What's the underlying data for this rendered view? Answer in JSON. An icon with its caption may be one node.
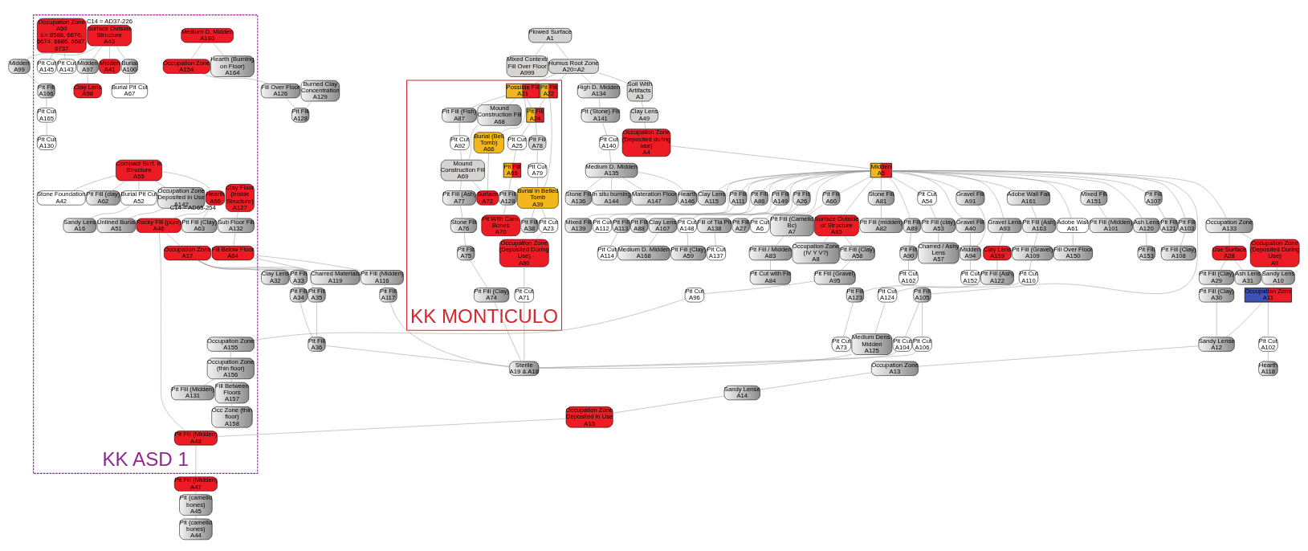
{
  "diagram": {
    "nodes": [
      {
        "text": [
          "KK ASD 1"
        ]
      },
      {
        "text": [
          "KK MONTICULO"
        ]
      },
      {
        "text": [
          "Plowed Surface",
          "A1"
        ]
      },
      {
        "text": [
          "Mixed Context/ Fill Over Floor",
          "A999"
        ]
      },
      {
        "text": [
          "Humus Root Zone",
          "A20=A2"
        ]
      },
      {
        "text": [
          "High D. Midden",
          "A134"
        ]
      },
      {
        "text": [
          "Pit (Stone) Fill",
          "A141"
        ]
      },
      {
        "text": [
          "Pit Cut",
          "A140"
        ]
      },
      {
        "text": [
          "Medium D. Midden",
          "A135"
        ]
      },
      {
        "text": [
          "Soil With Artifacts",
          "A3"
        ]
      },
      {
        "text": [
          "Clay Lens",
          "A49"
        ]
      },
      {
        "text": [
          "Occupation Zone (Deposited during use)",
          "A4"
        ]
      },
      {
        "text": [
          "Midden",
          "A5"
        ]
      },
      {
        "text": [
          "Possible Fill",
          "A21"
        ],
        "in": 1
      },
      {
        "text": [
          "Pit Fill",
          "A22"
        ],
        "in": 1
      },
      {
        "text": [
          "Burial (Bell Tomb)",
          "A66"
        ],
        "in": 1
      },
      {
        "text": [
          "Pit Fill (Fish)",
          "A87"
        ],
        "in": 1
      },
      {
        "text": [
          "Mound Construction Fill",
          "A68"
        ],
        "in": 1
      },
      {
        "text": [
          "Pit Fill",
          "A24"
        ],
        "in": 1
      },
      {
        "text": [
          "Pit Cut",
          "A92"
        ],
        "in": 1
      },
      {
        "text": [
          "Pit Cut",
          "A25"
        ],
        "in": 1
      },
      {
        "text": [
          "Pit Fill",
          "A78"
        ],
        "in": 1
      },
      {
        "text": [
          "Mound Construction Fill",
          "A69"
        ],
        "in": 1
      },
      {
        "text": [
          "Pit Fill",
          "A65"
        ],
        "in": 1
      },
      {
        "text": [
          "Pit Cut",
          "A79"
        ],
        "in": 1
      },
      {
        "text": [
          "Stone Fill",
          "A136"
        ]
      },
      {
        "text": [
          "In situ burning",
          "A144"
        ]
      },
      {
        "text": [
          "Materation Floor",
          "A147"
        ]
      },
      {
        "text": [
          "Hearth",
          "A146"
        ]
      },
      {
        "text": [
          "Clay Lens",
          "A115"
        ]
      },
      {
        "text": [
          "Mixed Fill",
          "A139"
        ]
      },
      {
        "text": [
          "Pit Fill",
          "A111"
        ]
      },
      {
        "text": [
          "Pit Fill",
          "A113"
        ]
      },
      {
        "text": [
          "Pit Fill",
          "A86"
        ]
      },
      {
        "text": [
          "Clay Lens",
          "A167"
        ]
      },
      {
        "text": [
          "Pit Fill",
          "A149"
        ]
      },
      {
        "text": [
          "Fill of Tia Pit",
          "A138"
        ]
      },
      {
        "text": [
          "Pit Fill",
          "A26"
        ]
      },
      {
        "text": [
          "Pit Cut",
          "A6"
        ]
      },
      {
        "text": [
          "Pit Fill",
          "A60"
        ]
      },
      {
        "text": [
          "Surface Outside of Structure",
          "A85"
        ]
      },
      {
        "text": [
          "Stone Fill",
          "A81"
        ]
      },
      {
        "text": [
          "Pit Fill",
          "A89"
        ]
      },
      {
        "text": [
          "Pit Cut",
          "A54"
        ]
      },
      {
        "text": [
          "Gravel Fill",
          "A40"
        ]
      },
      {
        "text": [
          "Gravel Fill",
          "A91"
        ]
      },
      {
        "text": [
          "Gravel Lens",
          "A93"
        ]
      },
      {
        "text": [
          "Adobe Wall Fall",
          "A161"
        ]
      },
      {
        "text": [
          "Adobe Wall",
          "A61"
        ]
      },
      {
        "text": [
          "Mixed Fill",
          "A151"
        ]
      },
      {
        "text": [
          "Ash Lens",
          "A120"
        ]
      },
      {
        "text": [
          "Pit Fill",
          "A107"
        ]
      },
      {
        "text": [
          "Pit Fill",
          "A103"
        ]
      },
      {
        "text": [
          "Pit Fill",
          "A105"
        ]
      },
      {
        "text": [
          "Surface",
          "A72"
        ],
        "in": 1
      },
      {
        "text": [
          "Pit Fill (Ash)",
          "A77"
        ],
        "in": 1
      },
      {
        "text": [
          "Pit Fill",
          "A128"
        ],
        "in": 1
      },
      {
        "text": [
          "Burial in Belled Tomb",
          "A39"
        ],
        "in": 1
      },
      {
        "text": [
          "Occupation Zone",
          "A133"
        ]
      },
      {
        "text": [
          "Pit Cut",
          "A112"
        ]
      },
      {
        "text": [
          "Pit Cut",
          "A114"
        ]
      },
      {
        "text": [
          "Pit Fill",
          "A88"
        ]
      },
      {
        "text": [
          "Medium D. Midden",
          "A168"
        ]
      },
      {
        "text": [
          "Pit Cut",
          "A148"
        ]
      },
      {
        "text": [
          "Pit Cut",
          "A137"
        ]
      },
      {
        "text": [
          "Pit Fill",
          "A27"
        ]
      },
      {
        "text": [
          "Pit Fill (Camelid Bc)",
          "A7"
        ]
      },
      {
        "text": [
          "Occupation Zone (IV Y V?)",
          "A8"
        ]
      },
      {
        "text": [
          "Pit Fill (Clay)",
          "A58"
        ]
      },
      {
        "text": [
          "Pit Fill (midden)",
          "A82"
        ]
      },
      {
        "text": [
          "Pit Fill",
          "A90"
        ]
      },
      {
        "text": [
          "Pit Fill (clay)",
          "A53"
        ]
      },
      {
        "text": [
          "Midden",
          "A94"
        ]
      },
      {
        "text": [
          "Clay Lens",
          "A159"
        ]
      },
      {
        "text": [
          "Pit Fill (Ash)",
          "A163"
        ]
      },
      {
        "text": [
          "Fill Over Floor",
          "A150"
        ]
      },
      {
        "text": [
          "Pit Fill (Midden)",
          "A101"
        ]
      },
      {
        "text": [
          "Pit Fill",
          "A153"
        ]
      },
      {
        "text": [
          "Pit Fill",
          "A121"
        ]
      },
      {
        "text": [
          "Pit Fill (Clay)",
          "A108"
        ]
      },
      {
        "text": [
          "Pit Cut",
          "A104"
        ]
      },
      {
        "text": [
          "Pit Cut",
          "A106"
        ]
      },
      {
        "text": [
          "Stone Fill",
          "A76"
        ],
        "in": 1
      },
      {
        "text": [
          "Pit With Cam. Bones",
          "A70"
        ],
        "in": 1
      },
      {
        "text": [
          "Pit Cut",
          "A23"
        ],
        "in": 1
      },
      {
        "text": [
          "Pit Fill",
          "A38"
        ],
        "in": 1
      },
      {
        "text": [
          "Use Surface",
          "A28"
        ]
      },
      {
        "text": [
          "Occupation Zone (Deposited During Use)",
          "A9"
        ]
      },
      {
        "text": [
          "Pit Fill (Clay)",
          "A59"
        ]
      },
      {
        "text": [
          "Pit Fill / Midden",
          "A83"
        ]
      },
      {
        "text": [
          "Pit Fill (Gravel)",
          "A95"
        ]
      },
      {
        "text": [
          "Medium D. Midden",
          "A160"
        ],
        "in": 0
      },
      {
        "text": [
          "Pit Cut",
          "A162"
        ]
      },
      {
        "text": [
          "Charred / Ashy Lens",
          "A57"
        ]
      },
      {
        "text": [
          "Pit Cut",
          "A152"
        ]
      },
      {
        "text": [
          "Pit Fill (Ash)",
          "A122"
        ]
      },
      {
        "text": [
          "Pit Fill (Gravel)",
          "A109"
        ]
      },
      {
        "text": [
          "Pit Fill",
          "A75"
        ],
        "in": 1
      },
      {
        "text": [
          "Occupation Zone (Deposited During Use)",
          "A80"
        ],
        "in": 1
      },
      {
        "text": [
          "Ash Lens",
          "A31"
        ]
      },
      {
        "text": [
          "Pit Fill (Clay)",
          "A29"
        ]
      },
      {
        "text": [
          "Sandy Lens",
          "A10"
        ]
      },
      {
        "text": [
          "Surface Outside Structure",
          "A43"
        ],
        "in": 0,
        "beside": [
          "C14 = AD37-226"
        ]
      },
      {
        "text": [
          "Pit Cut with Fill",
          "A84"
        ]
      },
      {
        "text": [
          "Pit Cut",
          "A96"
        ]
      },
      {
        "text": [
          "Hearth (Burning on Floor)",
          "A164"
        ],
        "in": 0
      },
      {
        "text": [
          "Occupation Zone",
          "A154"
        ],
        "in": 0
      },
      {
        "text": [
          "Pit Fill",
          "A123"
        ]
      },
      {
        "text": [
          "Pit Cut",
          "A110"
        ]
      },
      {
        "text": [
          "Pit Fill (Clay)",
          "A74"
        ],
        "in": 1
      },
      {
        "text": [
          "Pit Cut",
          "A71"
        ],
        "in": 1
      },
      {
        "text": [
          "Pit Fill (Clay)",
          "A30"
        ]
      },
      {
        "text": [
          "Occupation Zone",
          "A11"
        ]
      },
      {
        "text": [
          "Midden",
          "A99"
        ]
      },
      {
        "text": [
          "Midden",
          "A41"
        ],
        "in": 0
      },
      {
        "text": [
          "Burial",
          "A100"
        ],
        "in": 0
      },
      {
        "text": [
          "Midden",
          "A97"
        ],
        "in": 0
      },
      {
        "text": [
          "Occupation Zone",
          "A155"
        ],
        "in": 0
      },
      {
        "text": [
          "Pit Cut",
          "A124"
        ]
      },
      {
        "text": [
          "Pit Cut",
          "A73"
        ]
      },
      {
        "text": [
          "Fill Over Floor",
          "A126"
        ]
      },
      {
        "text": [
          "Sandy Lense",
          "A12"
        ]
      },
      {
        "text": [
          "Pit Cut",
          "A102"
        ]
      },
      {
        "text": [
          "Clay Lens",
          "A98"
        ],
        "in": 0
      },
      {
        "text": [
          "Occupation Zone (thin floor)",
          "A156"
        ],
        "in": 0
      },
      {
        "text": [
          "Medium Dens. Midden",
          "A125"
        ]
      },
      {
        "text": [
          "Burned Clay Concentration",
          "A129"
        ]
      },
      {
        "text": [
          "Pit Fill",
          "A128"
        ]
      },
      {
        "text": [
          "Occupation Zone",
          "A13"
        ]
      },
      {
        "text": [
          "Hearth",
          "A118"
        ]
      },
      {
        "text": [
          "Burial Pit Cut",
          "A67"
        ],
        "in": 0
      },
      {
        "text": [
          "Pit Fill",
          "A166"
        ],
        "in": 0
      },
      {
        "text": [
          "Fill Between Floors",
          "A157"
        ],
        "in": 0
      },
      {
        "text": [
          "Occupation Zone",
          "A50",
          "L= 6588, 6670, 6674, 6686, 6687, 6737"
        ],
        "in": 0
      },
      {
        "text": [
          "Sandy Lense",
          "A14"
        ]
      },
      {
        "text": [
          "Compact Surf. in Structure",
          "A55"
        ],
        "in": 0
      },
      {
        "text": [
          "Pit Cut",
          "A165"
        ],
        "in": 0
      },
      {
        "text": [
          "Occ Zone (thin floor)",
          "A158"
        ],
        "in": 0
      },
      {
        "text": [
          "Pit Fill (Midden)",
          "A131"
        ],
        "in": 0
      },
      {
        "text": [
          "Pit Cut",
          "A143"
        ],
        "in": 0
      },
      {
        "text": [
          "Pit Cut",
          "A145"
        ],
        "in": 0
      },
      {
        "text": [
          "Occupation Zone Deposited in Use",
          "A15"
        ]
      },
      {
        "text": [
          "Burial Pit Cut",
          "A52"
        ],
        "in": 0
      },
      {
        "text": [
          "Occupation Zone Deposited in Use",
          "A142"
        ],
        "in": 0
      },
      {
        "text": [
          "Stone Foundation",
          "A42"
        ],
        "in": 0
      },
      {
        "text": [
          "Pit Fill (clay)",
          "A62"
        ],
        "in": 0
      },
      {
        "text": [
          "Hearth",
          "A56"
        ],
        "in": 0,
        "beside": [
          "C14 = AD65-254"
        ]
      },
      {
        "text": [
          "Pit Cut",
          "A130"
        ],
        "in": 0
      },
      {
        "text": [
          "Clay Floor (Inside Structure)",
          "A127"
        ],
        "in": 0
      },
      {
        "text": [
          "Sandy Lens",
          "A16"
        ],
        "in": 0
      },
      {
        "text": [
          "Unlined Burial",
          "A51"
        ],
        "in": 0
      },
      {
        "text": [
          "Rocky Fill (pure)",
          "A46"
        ],
        "in": 0
      },
      {
        "text": [
          "Pit Fill (Clay)",
          "A63"
        ],
        "in": 0
      },
      {
        "text": [
          "Sub Floor Fill",
          "A132"
        ],
        "in": 0
      },
      {
        "text": [
          "Pit Fill (Midden)",
          "A48"
        ],
        "in": 0
      },
      {
        "text": [
          "Occupation Zone",
          "A17"
        ],
        "in": 0
      },
      {
        "text": [
          "Fill Below Floor",
          "A64"
        ],
        "in": 0
      },
      {
        "text": [
          "Pit Fill (Midden)",
          "A47"
        ]
      },
      {
        "text": [
          "Clay Lens",
          "A32"
        ]
      },
      {
        "text": [
          "Pit Fill",
          "A33"
        ]
      },
      {
        "text": [
          "Pit Fill",
          "A35"
        ]
      },
      {
        "text": [
          "Charred Materials",
          "A119"
        ]
      },
      {
        "text": [
          "Pit Fill (Midden)",
          "A116"
        ]
      },
      {
        "text": [
          "Pit (camelid bones)",
          "A45"
        ]
      },
      {
        "text": [
          "Pit Fill",
          "A34"
        ]
      },
      {
        "text": [
          "Pit Fill",
          "A117"
        ]
      },
      {
        "text": [
          "Pit (camelid bones)",
          "A44"
        ]
      },
      {
        "text": [
          "Pit Fill",
          "A36"
        ]
      },
      {
        "text": [
          "Sterile",
          "A19 & A18"
        ]
      }
    ],
    "edges": [
      {
        "from": 2,
        "to": 3,
        "arrow": "none"
      },
      {
        "from": 2,
        "to": 4,
        "arrow": "none"
      },
      {
        "from": 4,
        "to": 5,
        "arrow": "none"
      },
      {
        "from": 4,
        "to": 9,
        "arrow": "none"
      },
      {
        "from": 4,
        "to": 13,
        "arrow": "none"
      },
      {
        "from": 4,
        "to": 14,
        "arrow": "none"
      },
      {
        "from": 5,
        "to": 6,
        "arrow": "none"
      },
      {
        "from": 6,
        "to": 7,
        "arrow": "none"
      },
      {
        "from": 7,
        "to": 8,
        "arrow": "none"
      },
      {
        "from": 8,
        "to": 25,
        "arrow": "none"
      },
      {
        "from": 8,
        "to": 26,
        "arrow": "none"
      },
      {
        "from": 8,
        "to": 27,
        "arrow": "none"
      },
      {
        "from": 8,
        "to": 28,
        "arrow": "none"
      },
      {
        "from": 9,
        "to": 10,
        "arrow": "none"
      },
      {
        "from": 10,
        "to": 11,
        "arrow": "none"
      },
      {
        "from": 11,
        "to": 12,
        "arrow": "none"
      },
      {
        "from": 12,
        "to": 29,
        "arrow": "none"
      },
      {
        "from": 12,
        "to": 30,
        "arrow": "none"
      },
      {
        "from": 12,
        "to": 31,
        "arrow": "none"
      },
      {
        "from": 12,
        "to": 32,
        "arrow": "none"
      },
      {
        "from": 12,
        "to": 33,
        "arrow": "none"
      },
      {
        "from": 12,
        "to": 34,
        "arrow": "none"
      },
      {
        "from": 12,
        "to": 35,
        "arrow": "none"
      },
      {
        "from": 12,
        "to": 36,
        "arrow": "none"
      },
      {
        "from": 12,
        "to": 37,
        "arrow": "none"
      },
      {
        "from": 12,
        "to": 38,
        "arrow": "none"
      },
      {
        "from": 12,
        "to": 39,
        "arrow": "none"
      },
      {
        "from": 12,
        "to": 40,
        "arrow": "none"
      },
      {
        "from": 12,
        "to": 41,
        "arrow": "none"
      },
      {
        "from": 12,
        "to": 42,
        "arrow": "none"
      },
      {
        "from": 12,
        "to": 43,
        "arrow": "none"
      },
      {
        "from": 12,
        "to": 44,
        "arrow": "none"
      },
      {
        "from": 12,
        "to": 45,
        "arrow": "none"
      },
      {
        "from": 12,
        "to": 46,
        "arrow": "none"
      },
      {
        "from": 12,
        "to": 47,
        "arrow": "none"
      },
      {
        "from": 12,
        "to": 48,
        "arrow": "none"
      },
      {
        "from": 12,
        "to": 49,
        "arrow": "none"
      },
      {
        "from": 12,
        "to": 50,
        "arrow": "none"
      },
      {
        "from": 12,
        "to": 51,
        "arrow": "none"
      },
      {
        "from": 12,
        "to": 52,
        "arrow": "none"
      },
      {
        "from": 12,
        "to": 53,
        "arrow": "none"
      },
      {
        "from": 12,
        "to": 58,
        "arrow": "none"
      },
      {
        "from": 13,
        "to": 15,
        "arrow": "none"
      },
      {
        "from": 13,
        "to": 16,
        "arrow": "none"
      },
      {
        "from": 13,
        "to": 17,
        "arrow": "none"
      },
      {
        "from": 13,
        "to": 18,
        "arrow": "none"
      },
      {
        "from": 14,
        "to": 18,
        "arrow": "none"
      },
      {
        "from": 14,
        "to": 57,
        "arrow": "none"
      },
      {
        "from": 16,
        "to": 19,
        "arrow": "none"
      },
      {
        "from": 17,
        "to": 22,
        "arrow": "none"
      },
      {
        "from": 19,
        "to": 22,
        "arrow": "none"
      },
      {
        "from": 18,
        "to": 20,
        "arrow": "none"
      },
      {
        "from": 18,
        "to": 21,
        "arrow": "none"
      },
      {
        "from": 20,
        "to": 23,
        "arrow": "none"
      },
      {
        "from": 21,
        "to": 24,
        "arrow": "none"
      },
      {
        "from": 22,
        "to": 54,
        "arrow": "none"
      },
      {
        "from": 22,
        "to": 55,
        "arrow": "none"
      },
      {
        "from": 23,
        "to": 56,
        "arrow": "none"
      },
      {
        "from": 24,
        "to": 57,
        "arrow": "none"
      },
      {
        "from": 15,
        "to": 54,
        "arrow": "none"
      },
      {
        "from": 55,
        "to": 82,
        "arrow": "none"
      },
      {
        "from": 56,
        "to": 83,
        "arrow": "none"
      },
      {
        "from": 57,
        "to": 84,
        "arrow": "none"
      },
      {
        "from": 57,
        "to": 85,
        "arrow": "none"
      },
      {
        "from": 82,
        "to": 97,
        "arrow": "none"
      },
      {
        "from": 97,
        "to": 109,
        "arrow": "none"
      },
      {
        "from": 83,
        "to": 98,
        "arrow": "none"
      },
      {
        "from": 84,
        "to": 98,
        "arrow": "none"
      },
      {
        "from": 98,
        "to": 110,
        "arrow": "none"
      },
      {
        "from": 31,
        "to": 59,
        "arrow": "none"
      },
      {
        "from": 32,
        "to": 60,
        "arrow": "none"
      },
      {
        "from": 33,
        "to": 61,
        "arrow": "none"
      },
      {
        "from": 34,
        "to": 62,
        "arrow": "none"
      },
      {
        "from": 35,
        "to": 63,
        "arrow": "none"
      },
      {
        "from": 36,
        "to": 64,
        "arrow": "none"
      },
      {
        "from": 37,
        "to": 65,
        "arrow": "none"
      },
      {
        "from": 39,
        "to": 66,
        "arrow": "none"
      },
      {
        "from": 40,
        "to": 67,
        "arrow": "none"
      },
      {
        "from": 40,
        "to": 68,
        "arrow": "none"
      },
      {
        "from": 41,
        "to": 69,
        "arrow": "none"
      },
      {
        "from": 42,
        "to": 70,
        "arrow": "none"
      },
      {
        "from": 43,
        "to": 71,
        "arrow": "none"
      },
      {
        "from": 44,
        "to": 72,
        "arrow": "none"
      },
      {
        "from": 45,
        "to": 72,
        "arrow": "none"
      },
      {
        "from": 46,
        "to": 73,
        "arrow": "none"
      },
      {
        "from": 47,
        "to": 74,
        "arrow": "none"
      },
      {
        "from": 48,
        "to": 75,
        "arrow": "none"
      },
      {
        "from": 49,
        "to": 76,
        "arrow": "none"
      },
      {
        "from": 50,
        "to": 77,
        "arrow": "none"
      },
      {
        "from": 51,
        "to": 78,
        "arrow": "none"
      },
      {
        "from": 52,
        "to": 79,
        "arrow": "none"
      },
      {
        "from": 53,
        "to": 80,
        "arrow": "none"
      },
      {
        "from": 53,
        "to": 81,
        "arrow": "none"
      },
      {
        "from": 58,
        "to": 86,
        "arrow": "none"
      },
      {
        "from": 58,
        "to": 87,
        "arrow": "none"
      },
      {
        "from": 63,
        "to": 88,
        "arrow": "none"
      },
      {
        "from": 86,
        "to": 99,
        "arrow": "none"
      },
      {
        "from": 86,
        "to": 100,
        "arrow": "none"
      },
      {
        "from": 100,
        "to": 111,
        "arrow": "none"
      },
      {
        "from": 87,
        "to": 101,
        "arrow": "none"
      },
      {
        "from": 101,
        "to": 112,
        "arrow": "none"
      },
      {
        "from": 112,
        "to": 121,
        "arrow": "none"
      },
      {
        "from": 112,
        "to": 122,
        "arrow": "none"
      },
      {
        "from": 111,
        "to": 121,
        "arrow": "none"
      },
      {
        "from": 121,
        "to": 128,
        "arrow": "none"
      },
      {
        "from": 128,
        "to": 134,
        "arrow": "none"
      },
      {
        "from": 122,
        "to": 129,
        "arrow": "none"
      },
      {
        "from": 134,
        "to": 141,
        "arrow": "none"
      },
      {
        "from": 141,
        "to": 154,
        "arrow": "none"
      },
      {
        "from": 68,
        "to": 90,
        "arrow": "none"
      },
      {
        "from": 90,
        "to": 104,
        "arrow": "none"
      },
      {
        "from": 66,
        "to": 89,
        "arrow": "none"
      },
      {
        "from": 89,
        "to": 103,
        "arrow": "none"
      },
      {
        "from": 91,
        "to": 105,
        "arrow": "none"
      },
      {
        "from": 91,
        "to": 106,
        "arrow": "none"
      },
      {
        "from": 70,
        "to": 92,
        "arrow": "none"
      },
      {
        "from": 71,
        "to": 93,
        "arrow": "none"
      },
      {
        "from": 72,
        "to": 94,
        "arrow": "none"
      },
      {
        "from": 73,
        "to": 95,
        "arrow": "none"
      },
      {
        "from": 74,
        "to": 96,
        "arrow": "none"
      },
      {
        "from": 95,
        "to": 107,
        "arrow": "none"
      },
      {
        "from": 96,
        "to": 108,
        "arrow": "none"
      },
      {
        "from": 107,
        "to": 119,
        "arrow": "none"
      },
      {
        "from": 108,
        "to": 118,
        "arrow": "none"
      },
      {
        "from": 106,
        "to": 120,
        "arrow": "none"
      },
      {
        "from": 104,
        "to": 117,
        "arrow": "none"
      },
      {
        "from": 102,
        "to": 113,
        "arrow": "none"
      },
      {
        "from": 102,
        "to": 114,
        "arrow": "none"
      },
      {
        "from": 102,
        "to": 115,
        "arrow": "none"
      },
      {
        "from": 102,
        "to": 116,
        "arrow": "none"
      },
      {
        "from": 115,
        "to": 130,
        "arrow": "none"
      },
      {
        "from": 116,
        "to": 123,
        "arrow": "none"
      },
      {
        "from": 113,
        "to": 131,
        "arrow": "none"
      },
      {
        "from": 131,
        "to": 136,
        "arrow": "none"
      },
      {
        "from": 136,
        "to": 147,
        "arrow": "none"
      },
      {
        "from": 117,
        "to": 124,
        "arrow": "none"
      },
      {
        "from": 124,
        "to": 132,
        "arrow": "none"
      },
      {
        "from": 124,
        "to": 138,
        "arrow": "none"
      },
      {
        "from": 132,
        "to": 137,
        "arrow": "none"
      },
      {
        "from": 133,
        "to": 139,
        "arrow": "none"
      },
      {
        "from": 133,
        "to": 140,
        "arrow": "none"
      },
      {
        "from": 118,
        "to": 125,
        "arrow": "none"
      },
      {
        "from": 120,
        "to": 127,
        "arrow": "none"
      },
      {
        "from": 126,
        "to": 127,
        "arrow": "none"
      },
      {
        "from": 135,
        "to": 142,
        "arrow": "none"
      },
      {
        "from": 135,
        "to": 143,
        "arrow": "none"
      },
      {
        "from": 135,
        "to": 144,
        "arrow": "none"
      },
      {
        "from": 135,
        "to": 145,
        "arrow": "none"
      },
      {
        "from": 135,
        "to": 146,
        "arrow": "none"
      },
      {
        "from": 146,
        "to": 151,
        "arrow": "none"
      },
      {
        "from": 142,
        "to": 149,
        "arrow": "none"
      },
      {
        "from": 143,
        "to": 150,
        "arrow": "none"
      },
      {
        "from": 146,
        "to": 152,
        "arrow": "none"
      },
      {
        "from": 151,
        "to": 154,
        "arrow": "none"
      },
      {
        "from": 154,
        "to": 157,
        "arrow": "none"
      },
      {
        "from": 157,
        "to": 163,
        "arrow": "none"
      },
      {
        "from": 163,
        "to": 166,
        "arrow": "none"
      },
      {
        "from": 148,
        "to": 153,
        "arrow": "none"
      },
      {
        "from": 153,
        "to": 156,
        "arrow": "none"
      },
      {
        "from": 151,
        "to": 155,
        "arrow": "none"
      },
      {
        "from": 155,
        "to": 158,
        "arrow": "none"
      },
      {
        "from": 155,
        "to": 159,
        "arrow": "none"
      },
      {
        "from": 155,
        "to": 160,
        "arrow": "none"
      },
      {
        "from": 155,
        "to": 161,
        "arrow": "none"
      },
      {
        "from": 156,
        "to": 161,
        "arrow": "none"
      },
      {
        "from": 156,
        "to": 162,
        "arrow": "none"
      },
      {
        "from": 159,
        "to": 164,
        "arrow": "none"
      },
      {
        "from": 160,
        "to": 167,
        "arrow": "none"
      },
      {
        "from": 164,
        "to": 167,
        "arrow": "none"
      },
      {
        "from": 162,
        "to": 165,
        "arrow": "none"
      },
      {
        "from": 165,
        "to": 168,
        "arrow": "none"
      },
      {
        "from": 167,
        "to": 168,
        "arrow": "none"
      },
      {
        "from": 125,
        "to": 168,
        "arrow": "none"
      },
      {
        "from": 80,
        "to": 168,
        "arrow": "none"
      },
      {
        "from": 81,
        "to": 168,
        "arrow": "none"
      },
      {
        "from": 109,
        "to": 168,
        "arrow": "none"
      },
      {
        "from": 110,
        "to": 168,
        "arrow": "none"
      }
    ]
  }
}
